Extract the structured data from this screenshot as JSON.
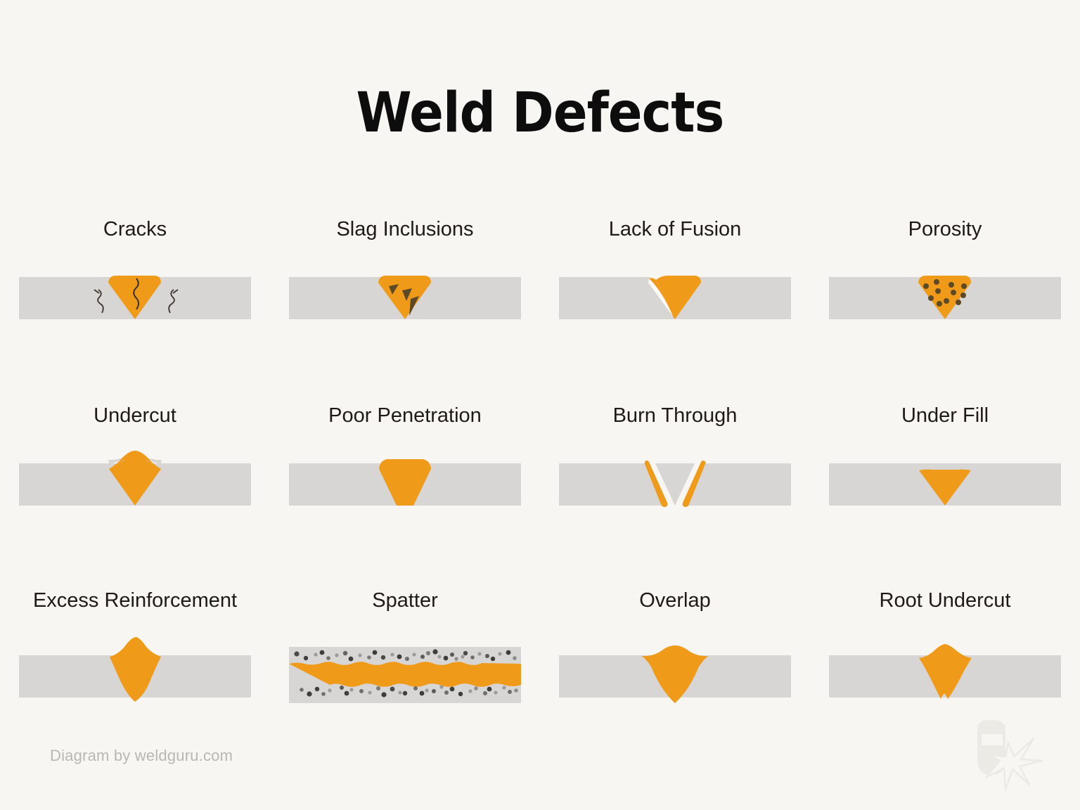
{
  "page": {
    "title": "Weld Defects",
    "background_color": "#f7f6f2",
    "footer_credit": "Diagram by weldguru.com",
    "logo_name": "welding-helmet-spark-logo"
  },
  "palette": {
    "weld_orange": "#f09a1a",
    "plate_gray": "#d8d6d4",
    "defect_dark": "#5c4a26",
    "title_black": "#0d0d0d",
    "label_text": "#201a16",
    "credit_gray": "#b9b7b2",
    "logo_gray": "#eceae4",
    "crack_line": "#3a332c",
    "void_white": "#fbfaf7"
  },
  "defects": [
    {
      "id": "cracks",
      "label": "Cracks",
      "row": 1,
      "column": 1,
      "view": "cross-section",
      "description": "Weld bead with jagged crack lines through bead and into adjacent plate"
    },
    {
      "id": "slag-inclusions",
      "label": "Slag Inclusions",
      "row": 1,
      "column": 2,
      "view": "cross-section",
      "description": "Dark angular slag particles trapped inside the weld bead",
      "inclusion_count": 3
    },
    {
      "id": "lack-of-fusion",
      "label": "Lack of Fusion",
      "row": 1,
      "column": 3,
      "view": "cross-section",
      "description": "Unfused white sliver gap along the left sidewall of the bead"
    },
    {
      "id": "porosity",
      "label": "Porosity",
      "row": 1,
      "column": 4,
      "view": "cross-section",
      "description": "Gas pores shown as dark round dots distributed through the bead",
      "pore_count": 11
    },
    {
      "id": "undercut",
      "label": "Undercut",
      "row": 2,
      "column": 1,
      "view": "cross-section",
      "description": "Concave grooves melted into the plate at both weld toes"
    },
    {
      "id": "poor-penetration",
      "label": "Poor Penetration",
      "row": 2,
      "column": 2,
      "view": "cross-section",
      "description": "Bead fails to reach the root, leaving an open notch at the plate bottom"
    },
    {
      "id": "burn-through",
      "label": "Burn Through",
      "row": 2,
      "column": 3,
      "view": "cross-section",
      "description": "Hole melted completely through the joint leaving two separated edges"
    },
    {
      "id": "under-fill",
      "label": "Under Fill",
      "row": 2,
      "column": 4,
      "view": "cross-section",
      "description": "Weld face sits below the plate surface with insufficient filler"
    },
    {
      "id": "excess-reinforcement",
      "label": "Excess Reinforcement",
      "row": 3,
      "column": 1,
      "view": "cross-section",
      "description": "Excessively tall crowned bead rising well above the plate surface"
    },
    {
      "id": "spatter",
      "label": "Spatter",
      "row": 3,
      "column": 2,
      "view": "top-down",
      "description": "Top view of a bead surrounded by scattered metal droplets on the plate",
      "speck_count": 72
    },
    {
      "id": "overlap",
      "label": "Overlap",
      "row": 3,
      "column": 3,
      "view": "cross-section",
      "description": "Weld metal rolls over the plate surface without fusing at the toes"
    },
    {
      "id": "root-undercut",
      "label": "Root Undercut",
      "row": 3,
      "column": 4,
      "view": "cross-section",
      "description": "Groove cut into the plate at the weld root on the underside"
    }
  ]
}
